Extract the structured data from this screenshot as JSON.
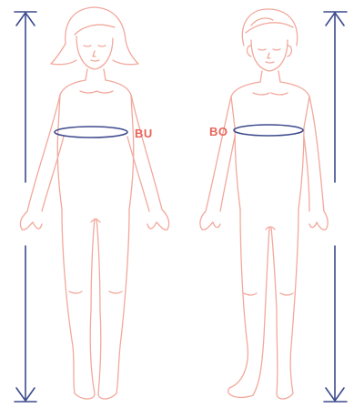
{
  "colors": {
    "outline": "#F2A89C",
    "measure": "#3D4A8C",
    "label": "#E8645A",
    "background": "#FFFFFF"
  },
  "figures": [
    {
      "id": "girl",
      "label": "BU"
    },
    {
      "id": "boy",
      "label": "BO"
    }
  ],
  "icons": [
    "height-arrow-icon",
    "chest-measure-line-icon"
  ]
}
